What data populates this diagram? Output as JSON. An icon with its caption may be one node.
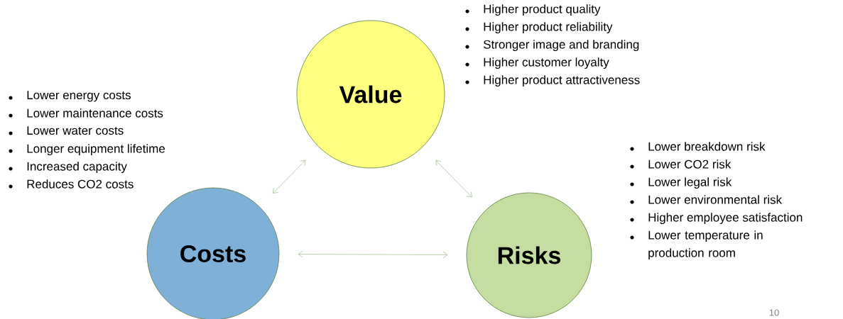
{
  "diagram": {
    "nodes": [
      {
        "text": [
          "Value"
        ],
        "beside": [
          "Higher product quality",
          "Higher product reliability",
          "Stronger image and branding",
          "Higher customer loyalty",
          "Higher product attractiveness"
        ]
      },
      {
        "text": [
          "Costs"
        ],
        "beside": [
          "Lower energy costs",
          "Lower maintenance costs",
          "Lower water costs",
          "Longer equipment lifetime",
          "Increased capacity",
          "Reduces CO2 costs"
        ]
      },
      {
        "text": [
          "Risks"
        ],
        "beside": [
          "Lower breakdown risk",
          "Lower CO2 risk",
          "Lower legal risk",
          "Lower environmental risk",
          "Higher employee satisfaction",
          "Lower temperature in production room"
        ]
      }
    ],
    "edges": [
      {
        "from": 1,
        "to": 0,
        "arrow": "both"
      },
      {
        "from": 0,
        "to": 2,
        "arrow": "both"
      },
      {
        "from": 1,
        "to": 2,
        "arrow": "both"
      }
    ],
    "labels": [
      "10"
    ]
  }
}
